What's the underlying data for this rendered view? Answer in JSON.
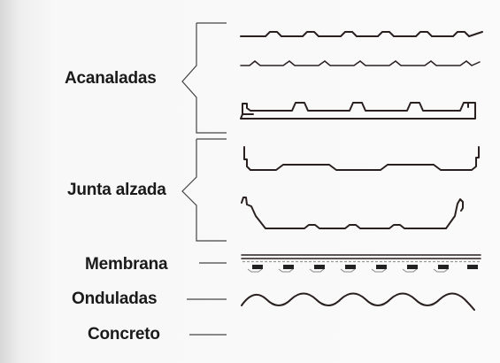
{
  "labels": {
    "acanaladas": "Acanaladas",
    "junta_alzada": "Junta alzada",
    "membrana": "Membrana",
    "onduladas": "Onduladas",
    "concreto": "Concreto"
  },
  "colors": {
    "background": "#f8f8f8",
    "line": "#2a2020",
    "text": "#1a1a1a"
  }
}
